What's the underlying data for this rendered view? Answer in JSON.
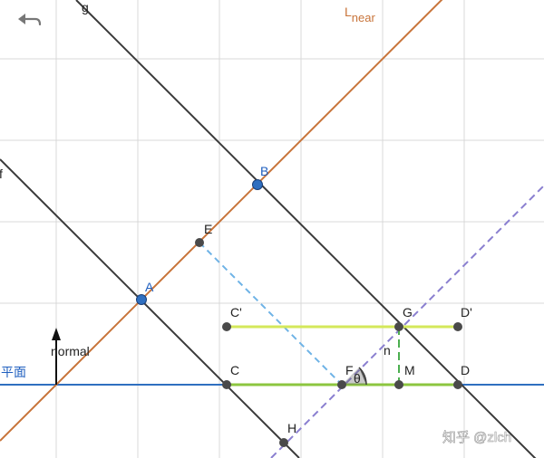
{
  "toolbar": {
    "undo_icon": "undo-arrow-icon"
  },
  "lines": {
    "g": "g",
    "f": "f",
    "L_near_main": "L",
    "L_near_sub": "near",
    "n": "n",
    "plane": "平面",
    "normal": "normal",
    "angle": "θ"
  },
  "points": {
    "A": "A",
    "B": "B",
    "C": "C",
    "D": "D",
    "E": "E",
    "F": "F",
    "G": "G",
    "H": "H",
    "M": "M",
    "C_prime": "C'",
    "D_prime": "D'"
  },
  "watermark": "知乎 @zlch",
  "colors": {
    "grid": "#d9d9d9",
    "black_line": "#3a3a3a",
    "orange": "#c8743a",
    "blue": "#2f6fc0",
    "yellow_green": "#d4e85a",
    "green": "#8cc63f",
    "light_blue_dash": "#6fb3e6",
    "purple_dash": "#8a7fd0",
    "point_gray": "#4a4a4a",
    "point_blue": "#2f6fc0"
  }
}
